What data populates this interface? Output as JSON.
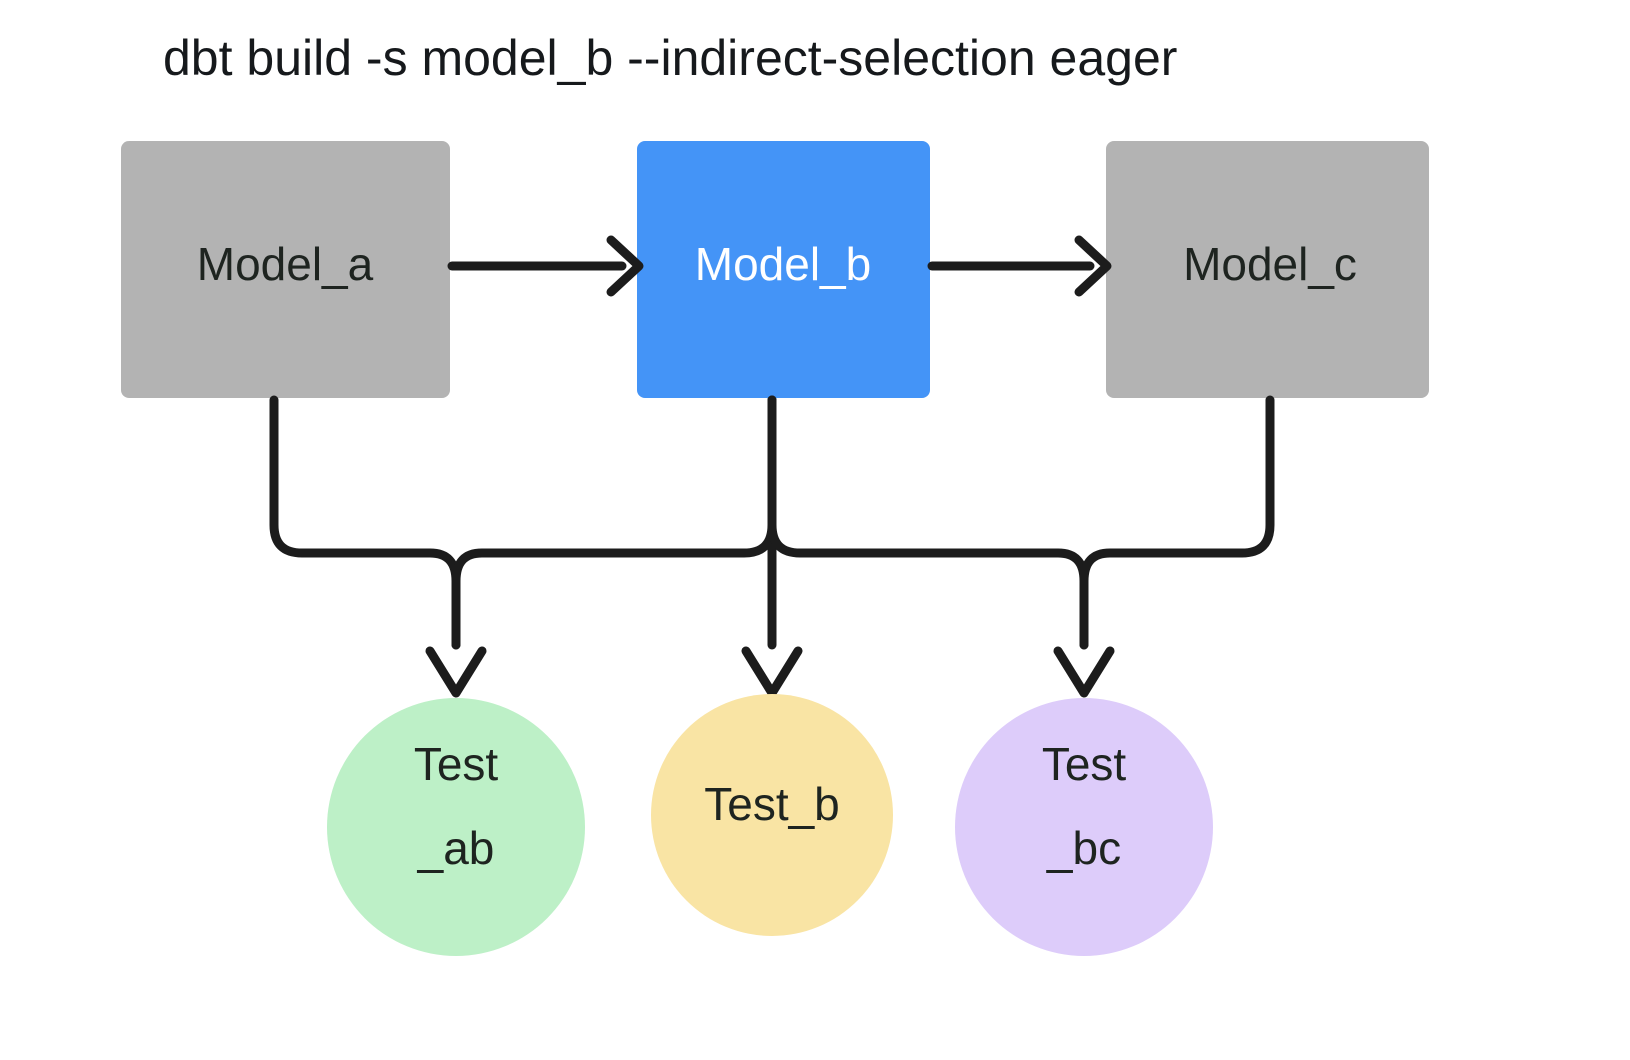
{
  "title": "dbt build -s model_b --indirect-selection eager",
  "colors": {
    "background": "#ffffff",
    "model_default": "#b3b3b3",
    "model_selected": "#4494f7",
    "test_ab": "#bdf0c7",
    "test_b": "#f9e4a4",
    "test_bc": "#ddccfa",
    "edge": "#1c1c1c",
    "text_dark": "#1e2420",
    "text_light": "#ffffff"
  },
  "models": [
    {
      "id": "model_a",
      "label": "Model_a",
      "state": "unselected",
      "fill": "#b3b3b3",
      "text_color": "#1e2420"
    },
    {
      "id": "model_b",
      "label": "Model_b",
      "state": "selected",
      "fill": "#4494f7",
      "text_color": "#ffffff"
    },
    {
      "id": "model_c",
      "label": "Model_c",
      "state": "unselected",
      "fill": "#b3b3b3",
      "text_color": "#1e2420"
    }
  ],
  "tests": [
    {
      "id": "test_ab",
      "label_line1": "Test",
      "label_line2": "_ab",
      "fill": "#bdf0c7",
      "depends_on": [
        "model_a",
        "model_b"
      ]
    },
    {
      "id": "test_b",
      "label_line1": "Test_b",
      "label_line2": "",
      "fill": "#f9e4a4",
      "depends_on": [
        "model_b"
      ]
    },
    {
      "id": "test_bc",
      "label_line1": "Test",
      "label_line2": "_bc",
      "fill": "#ddccfa",
      "depends_on": [
        "model_b",
        "model_c"
      ]
    }
  ],
  "edges": [
    {
      "from": "model_a",
      "to": "model_b",
      "kind": "model-to-model"
    },
    {
      "from": "model_b",
      "to": "model_c",
      "kind": "model-to-model"
    },
    {
      "from": "model_a",
      "to": "test_ab",
      "kind": "model-to-test"
    },
    {
      "from": "model_b",
      "to": "test_ab",
      "kind": "model-to-test"
    },
    {
      "from": "model_b",
      "to": "test_b",
      "kind": "model-to-test"
    },
    {
      "from": "model_b",
      "to": "test_bc",
      "kind": "model-to-test"
    },
    {
      "from": "model_c",
      "to": "test_bc",
      "kind": "model-to-test"
    }
  ]
}
